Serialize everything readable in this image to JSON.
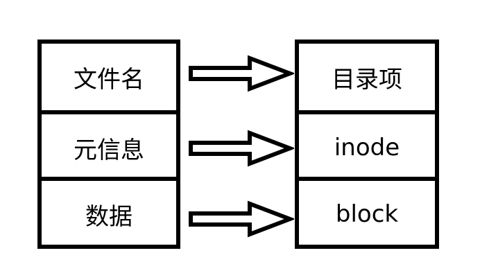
{
  "left_column": {
    "items": [
      {
        "label": "文件名"
      },
      {
        "label": "元信息"
      },
      {
        "label": "数据"
      }
    ]
  },
  "right_column": {
    "items": [
      {
        "label": "目录项"
      },
      {
        "label": "inode"
      },
      {
        "label": "block"
      }
    ]
  },
  "arrows": [
    "hollow-right-arrow",
    "hollow-right-arrow",
    "hollow-right-arrow"
  ]
}
